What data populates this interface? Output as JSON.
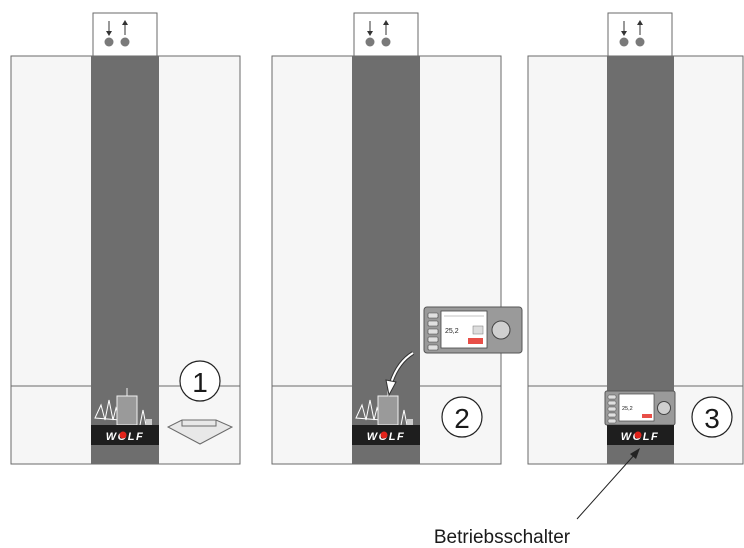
{
  "colors": {
    "body": "#f6f6f6",
    "outline": "#6a6a6a",
    "center_strip": "#6e6e6e",
    "port": "#7a7a7a",
    "brand_bar": "#1e1e1e",
    "brand_dot": "#e2231a",
    "arrow_fill": "#e8e8e8"
  },
  "icons": {
    "ports": "flow-return-arrows-icon",
    "slide_arrow": "slide-down-arrow-icon",
    "insert_arrow": "curved-insert-arrow-icon",
    "controller": "control-module-icon"
  },
  "units": [
    {
      "step": "1",
      "brand": "WOLF",
      "has_control_module": false
    },
    {
      "step": "2",
      "brand": "WOLF",
      "has_control_module": false
    },
    {
      "step": "3",
      "brand": "WOLF",
      "has_control_module": true
    }
  ],
  "control_module": {
    "display_value": "25,2"
  },
  "callout": {
    "text": "Betriebsschalter"
  }
}
